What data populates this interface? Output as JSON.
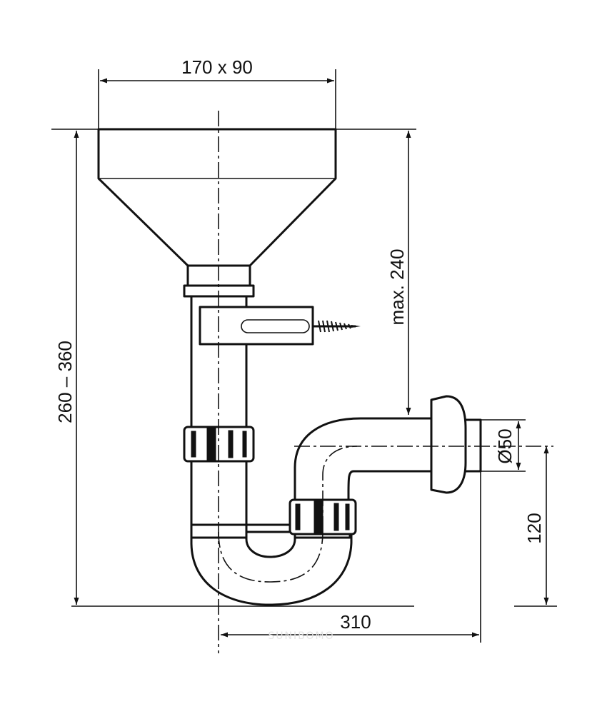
{
  "dimensions": {
    "bowl_size": "170 x 90",
    "total_height": "260 – 360",
    "max_height": "max. 240",
    "outlet_diameter": "Ø50",
    "outlet_height": "120",
    "outlet_distance": "310"
  },
  "watermark": "SUNIBOMO",
  "colors": {
    "line": "#111111",
    "background": "#ffffff"
  }
}
